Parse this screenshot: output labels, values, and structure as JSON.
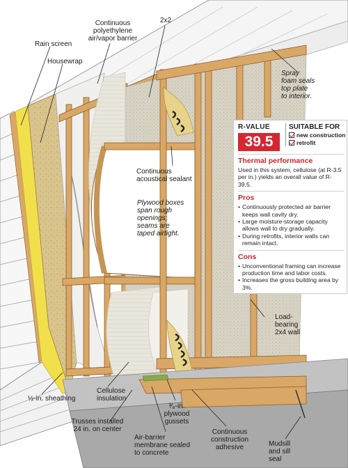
{
  "labels": {
    "rain_screen": "Rain screen",
    "housewrap": "Housewrap",
    "poly_barrier": "Continuous\npolyethylene\nair/vapor barrier",
    "two_by_two": "2x2",
    "spray_foam": "Spray\nfoam seals\ntop plate\nto interior.",
    "acoustical_sealant": "Continuous\nacoustical sealant",
    "plywood_boxes": "Plywood boxes\nspan rough\nopenings;\nseams are\ntaped airtight.",
    "load_bearing": "Load-\nbearing\n2x4 wall",
    "sheathing": "½-in. sheathing",
    "cellulose": "Cellulose\ninsulation",
    "trusses": "Trusses installed\n24 in. on center",
    "plywood_gussets": "³⁄₈-in.\nplywood\ngussets",
    "air_barrier": "Air-barrier\nmembrane sealed\nto concrete",
    "construction_adhesive": "Continuous\nconstruction\nadhesive",
    "mudsill": "Mudsill\nand sill\nseal"
  },
  "panel": {
    "rvalue_label": "R-VALUE",
    "rvalue": "39.5",
    "suitable_title": "SUITABLE FOR",
    "suitable": [
      "new construction",
      "retrofit"
    ],
    "thermal_heading": "Thermal performance",
    "thermal_text": "Used in this system, cellulose (at R-3.5 per in.) yields an overall value of R-39.5.",
    "pros_heading": "Pros",
    "pros": [
      "Continuously protected air barrier keeps wall cavity dry.",
      "Large moisture-storage capacity allows wall to dry gradually.",
      "During retrofits, interior walls can remain intact."
    ],
    "cons_heading": "Cons",
    "cons": [
      "Unconventional framing can increase production time and labor costs.",
      "Increases the gross building area by 3%."
    ]
  },
  "colors": {
    "accent_red": "#d6262e",
    "heading_red": "#c8282e",
    "wood": "#d9a766",
    "housewrap": "#f3e24a",
    "insulation": "#efece4",
    "siding": "#f4f4f4",
    "osb": "#d7c28a",
    "concrete": "#bdbdbd"
  }
}
